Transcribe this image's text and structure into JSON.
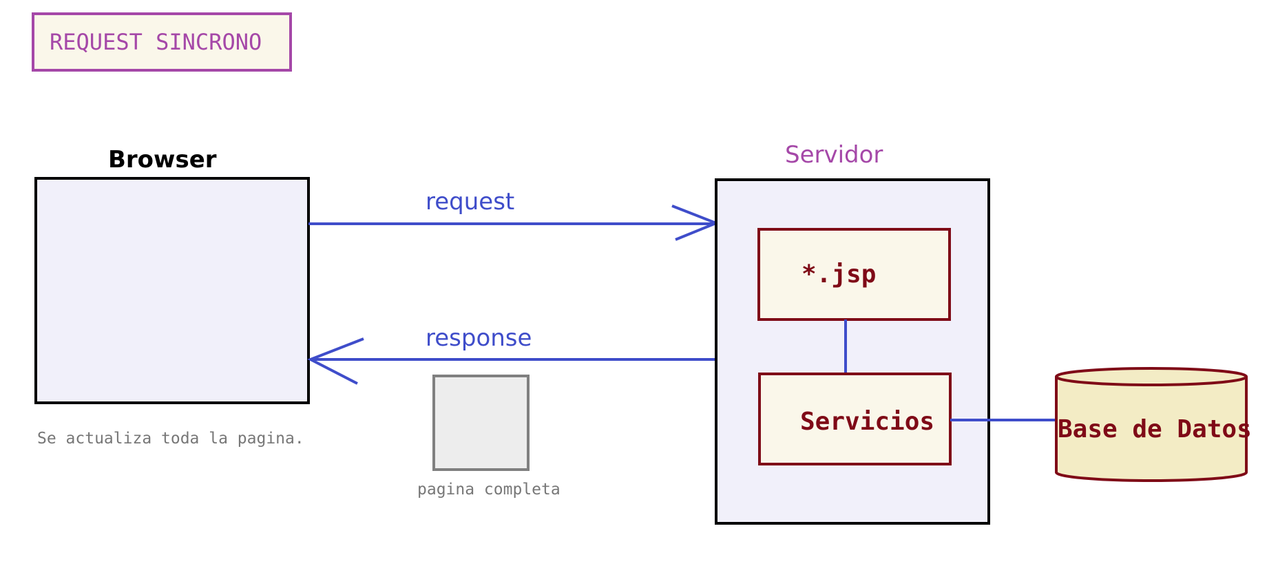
{
  "title": {
    "text": "REQUEST SINCRONO"
  },
  "browser": {
    "label": "Browser",
    "note": "Se actualiza toda la pagina."
  },
  "server": {
    "label": "Servidor",
    "components": {
      "jsp": "*.jsp",
      "services": "Servicios"
    }
  },
  "database": {
    "label": "Base de Datos"
  },
  "arrows": {
    "request": "request",
    "response": "response"
  },
  "payload": {
    "label": "pagina completa"
  },
  "colors": {
    "title_border": "#a548a8",
    "title_text": "#a548a8",
    "title_fill": "#faf7ea",
    "box_border": "#000000",
    "box_fill": "#f1f0fa",
    "server_label": "#a548a8",
    "component_border": "#7f0a17",
    "component_fill": "#faf7ea",
    "component_text": "#7f0a17",
    "db_fill": "#f3ecc5",
    "arrow": "#3f4dca",
    "note_text": "#777777",
    "payload_border": "#808080",
    "payload_fill": "#ededed"
  }
}
